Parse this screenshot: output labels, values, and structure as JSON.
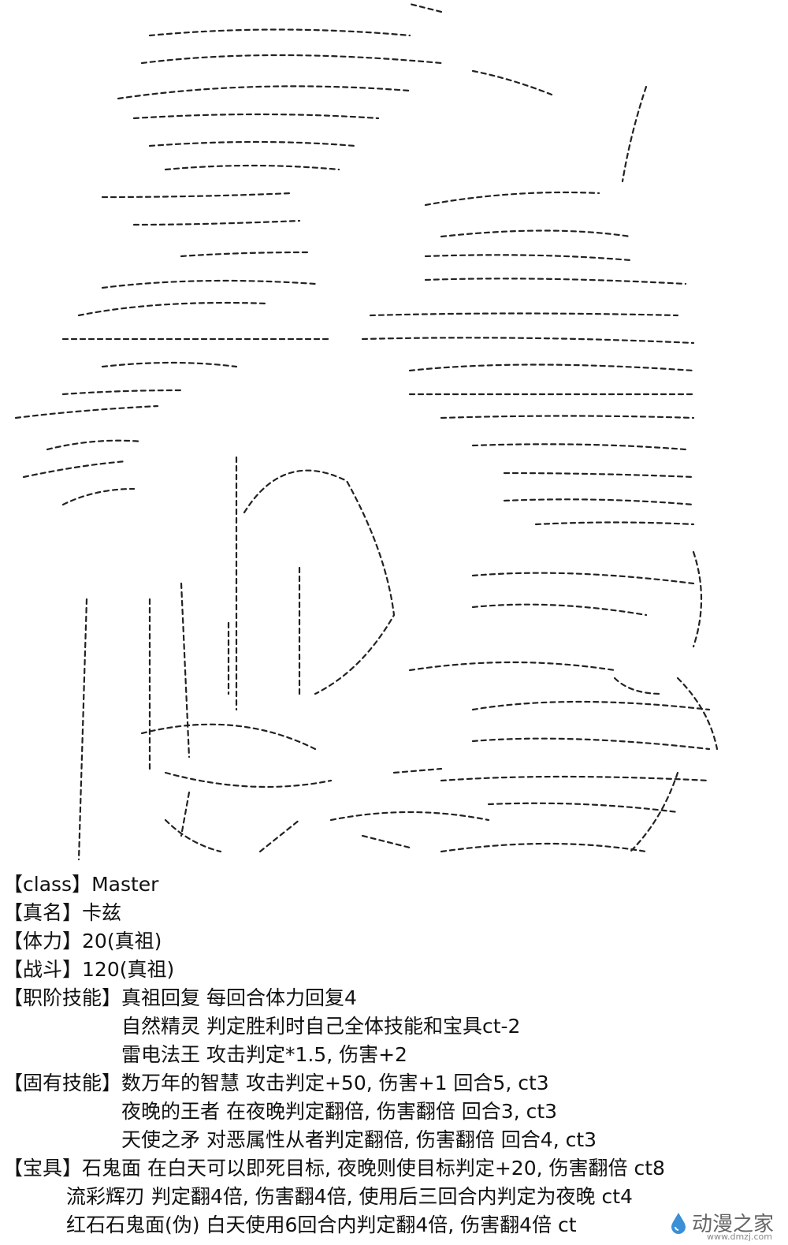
{
  "stats": {
    "class_label": "【class】",
    "class_value": "Master",
    "name_label": "【真名】",
    "name_value": "卡兹",
    "hp_label": "【体力】",
    "hp_value": "20(真祖)",
    "combat_label": "【战斗】",
    "combat_value": "120(真祖)",
    "class_skills_label": "【职阶技能】",
    "class_skills": [
      "真祖回复 每回合体力回复4",
      "自然精灵 判定胜利时自己全体技能和宝具ct-2",
      "雷电法王 攻击判定*1.5, 伤害+2"
    ],
    "personal_skills_label": "【固有技能】",
    "personal_skills": [
      "数万年的智慧 攻击判定+50, 伤害+1 回合5, ct3",
      "夜晚的王者 在夜晚判定翻倍, 伤害翻倍 回合3, ct3",
      "天使之矛 对恶属性从者判定翻倍, 伤害翻倍 回合4, ct3"
    ],
    "np_label": "【宝具】",
    "np": [
      "石鬼面 在白天可以即死目标, 夜晚则使目标判定+20, 伤害翻倍 ct8",
      "流彩辉刃 判定翻4倍, 伤害翻4倍, 使用后三回合内判定为夜晚 ct4",
      "红石石鬼面(伪) 白天使用6回合内判定翻4倍, 伤害翻4倍 ct"
    ]
  },
  "watermark": {
    "title": "动漫之家",
    "url": "www.dmzj.com"
  }
}
